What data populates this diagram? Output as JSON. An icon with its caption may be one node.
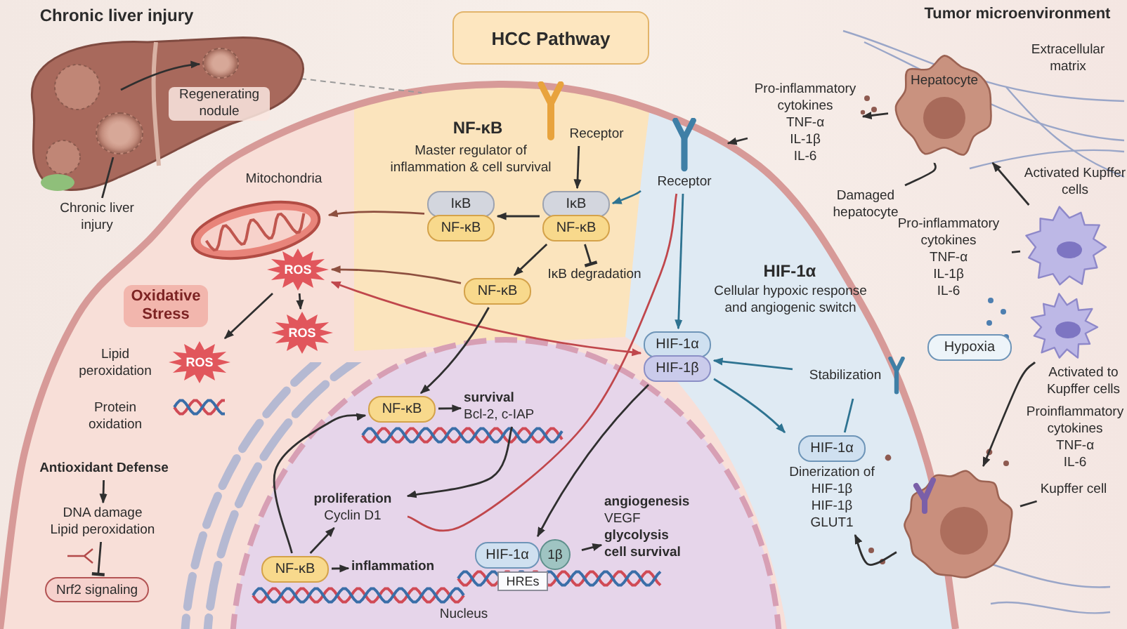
{
  "diagram": {
    "title": "HCC Pathway",
    "nodes": [
      {
        "text": [],
        "shape": "picture"
      },
      {
        "text": [
          "Regenerating nodule"
        ],
        "in": 0
      },
      {
        "text": [],
        "shape": "circle",
        "in": 0
      },
      {
        "text": [],
        "shape": "circle",
        "in": 0
      },
      {
        "text": [
          "Chronic liver injury"
        ]
      },
      {
        "text": [],
        "shape": "picture",
        "beside": [
          "Mitochondria"
        ]
      },
      {
        "text": [
          "ROS"
        ]
      },
      {
        "text": [
          "ROS"
        ]
      },
      {
        "text": [
          "ROS"
        ]
      },
      {
        "text": [
          "Oxidative Stress"
        ]
      },
      {
        "text": [
          "Lipid peroxidation"
        ]
      },
      {
        "text": [
          "Protein oxidation"
        ]
      },
      {
        "text": [
          "Antioxidant Defense"
        ]
      },
      {
        "text": [
          "DNA damage",
          "Lipid peroxidation"
        ]
      },
      {
        "text": [
          "Nrf2 signaling"
        ]
      },
      {
        "text": [
          "Receptor"
        ]
      },
      {
        "text": [
          "Receptor"
        ]
      },
      {
        "text": [
          "IκB",
          "NF-κB"
        ]
      },
      {
        "text": [
          "IκB",
          "NF-κB"
        ]
      },
      {
        "text": [
          "NF-κB"
        ]
      },
      {
        "text": [
          "IκB degradation"
        ]
      },
      {
        "text": [
          "HIF-1α",
          "HIF-1β"
        ]
      },
      {
        "text": [
          "Hypoxia"
        ]
      },
      {
        "text": [
          "Stabilization"
        ]
      },
      {
        "text": [
          "HIF-1α",
          "Dinerization of",
          "HIF-1β",
          "HIF-1β",
          "GLUT1"
        ]
      },
      {
        "text": [
          "NF-κB"
        ]
      },
      {
        "text": [
          "survival",
          "Bcl-2, c-IAP"
        ]
      },
      {
        "text": [
          "proliferation",
          "Cyclin D1"
        ]
      },
      {
        "text": [
          "NF-κB"
        ]
      },
      {
        "text": [
          "inflammation"
        ]
      },
      {
        "text": [
          "HIF-1α",
          "1β",
          "HREs"
        ]
      },
      {
        "text": [
          "angiogenesis",
          "VEGF",
          "glycolysis",
          "cell survival"
        ]
      },
      {
        "text": [
          "Hepatocyte"
        ]
      },
      {
        "text": [
          "Pro-inflammatory cytokines",
          "TNF-α",
          "IL-1β",
          "IL-6"
        ]
      },
      {
        "text": [
          "Damaged hepatocyte"
        ]
      },
      {
        "text": [],
        "shape": "cell",
        "beside": [
          "Activated Kupffer cells"
        ]
      },
      {
        "text": [
          "Pro-inflammatory cytokines",
          "TNF-α",
          "IL-1β",
          "IL-6"
        ]
      },
      {
        "text": [],
        "shape": "cell",
        "beside": [
          "Activated to Kupffer cells"
        ]
      },
      {
        "text": [
          "Proinflammatory cytokines",
          "TNF-α",
          "IL-6"
        ]
      },
      {
        "text": [],
        "shape": "cell"
      },
      {
        "text": [
          "Kupffer cell"
        ]
      }
    ],
    "edges": [
      {
        "from": null,
        "to": 2,
        "arrow": "to"
      },
      {
        "from": 4,
        "to": 3,
        "arrow": "none"
      },
      {
        "from": 6,
        "to": 7,
        "arrow": "to"
      },
      {
        "from": 6,
        "to": 8,
        "arrow": "to"
      },
      {
        "from": 12,
        "to": 13,
        "arrow": "to"
      },
      {
        "from": 13,
        "to": 14,
        "arrow": "other"
      },
      {
        "from": 15,
        "to": 18,
        "arrow": "to"
      },
      {
        "from": 16,
        "to": 18,
        "arrow": "to",
        "color": "#2e7391"
      },
      {
        "from": 18,
        "to": 17,
        "arrow": "to"
      },
      {
        "from": 18,
        "to": 19,
        "arrow": "to"
      },
      {
        "from": 18,
        "to": 20,
        "arrow": "other"
      },
      {
        "from": 17,
        "to": 5,
        "arrow": "to",
        "color": "#8d4f3f"
      },
      {
        "from": 19,
        "to": 6,
        "arrow": "to",
        "color": "#8d4f3f"
      },
      {
        "from": 6,
        "to": 21,
        "arrow": "both",
        "color": "#c0474c"
      },
      {
        "from": 16,
        "to": 21,
        "arrow": "to",
        "color": "#2e7391"
      },
      {
        "from": 23,
        "to": 21,
        "arrow": "to",
        "color": "#2e7391"
      },
      {
        "from": 21,
        "to": 24,
        "arrow": "to",
        "color": "#2e7391"
      },
      {
        "from": 24,
        "to": 23,
        "arrow": "none",
        "color": "#2e7391"
      },
      {
        "from": 19,
        "to": 25,
        "arrow": "to"
      },
      {
        "from": 25,
        "to": 26,
        "arrow": "to"
      },
      {
        "from": 26,
        "to": 27,
        "arrow": "to"
      },
      {
        "from": 28,
        "to": 25,
        "arrow": "to"
      },
      {
        "from": 28,
        "to": 27,
        "arrow": "to"
      },
      {
        "from": 28,
        "to": 29,
        "arrow": "to"
      },
      {
        "from": 27,
        "to": 16,
        "arrow": "none",
        "color": "#c0474c"
      },
      {
        "from": 21,
        "to": 30,
        "arrow": "to"
      },
      {
        "from": 30,
        "to": 31,
        "arrow": "to"
      },
      {
        "from": 32,
        "to": 33,
        "arrow": "to"
      },
      {
        "from": 33,
        "to": 16,
        "arrow": "to"
      },
      {
        "from": 34,
        "to": 32,
        "arrow": "none"
      },
      {
        "from": 35,
        "to": 32,
        "arrow": "to"
      },
      {
        "from": 36,
        "to": 35,
        "arrow": "none"
      },
      {
        "from": 37,
        "to": 39,
        "arrow": "to"
      },
      {
        "from": 40,
        "to": 39,
        "arrow": "none"
      },
      {
        "from": 39,
        "to": 24,
        "arrow": "to"
      }
    ],
    "labels": [
      "Chronic liver injury",
      "Tumor microenvironment",
      "Extracellular matrix",
      "NF-κB",
      "Master regulator of inflammation & cell survival",
      "HIF-1α",
      "Cellular hypoxic response and angiogenic switch",
      "Nucleus"
    ]
  }
}
